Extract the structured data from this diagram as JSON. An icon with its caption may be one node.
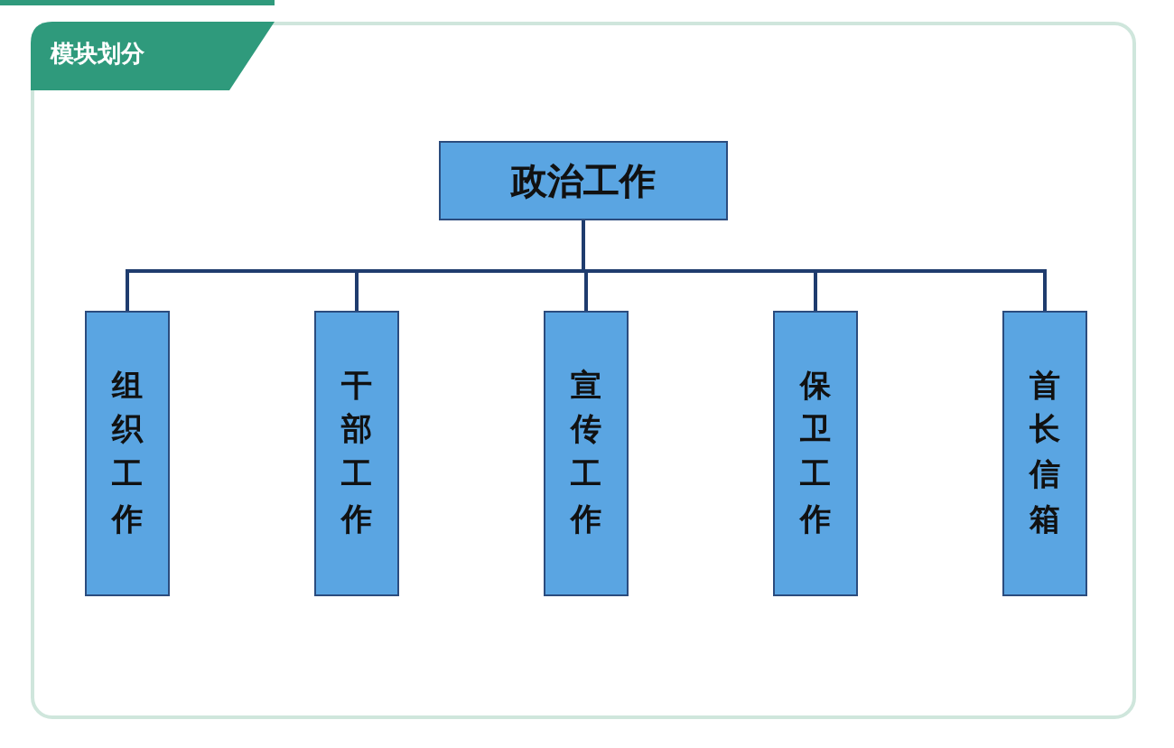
{
  "diagram": {
    "title": "模块划分",
    "nodes": [
      {
        "text": [
          "政治工作"
        ]
      },
      {
        "text": [
          "组织工作"
        ]
      },
      {
        "text": [
          "干部工作"
        ]
      },
      {
        "text": [
          "宣传工作"
        ]
      },
      {
        "text": [
          "保卫工作"
        ]
      },
      {
        "text": [
          "首长信箱"
        ]
      }
    ],
    "edges": [
      {
        "from": 0,
        "to": 1,
        "arrow": "none"
      },
      {
        "from": 0,
        "to": 2,
        "arrow": "none"
      },
      {
        "from": 0,
        "to": 3,
        "arrow": "none"
      },
      {
        "from": 0,
        "to": 4,
        "arrow": "none"
      },
      {
        "from": 0,
        "to": 5,
        "arrow": "none"
      }
    ]
  }
}
